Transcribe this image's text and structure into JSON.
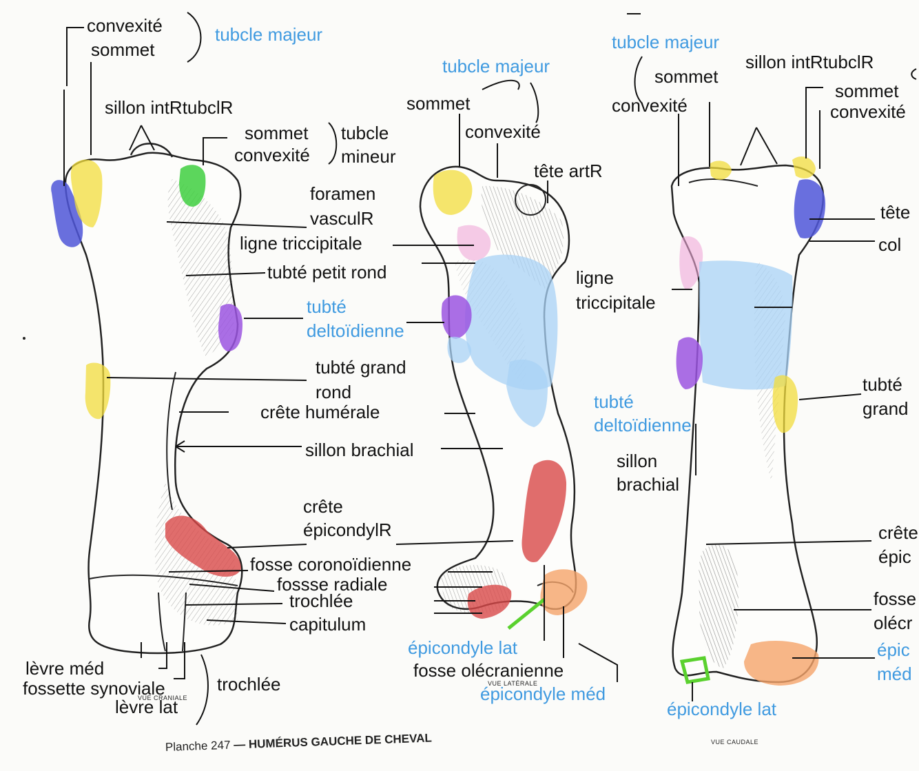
{
  "labels": {
    "l1": "convexité",
    "l2": "sommet",
    "l3": "tubcle majeur",
    "l4": "sillon intRtubclR",
    "l5": "sommet",
    "l6": "convexité",
    "l7": "tubcle",
    "l8": "mineur",
    "l9": "foramen",
    "l10": "vasculR",
    "l11": "ligne triccipitale",
    "l12": "tubté petit rond",
    "l13": "tubté",
    "l14": "deltoïdienne",
    "l15": "tubté grand",
    "l16": "rond",
    "l17": "crête humérale",
    "l18": "sillon brachial",
    "l19": "crête",
    "l20": "épicondylR",
    "l21": "fosse coronoïdienne",
    "l22": "fossse radiale",
    "l23": "trochlée",
    "l24": "capitulum",
    "l25": "lèvre méd",
    "l26": "fossette synoviale",
    "l27": "lèvre lat",
    "l28": "trochlée",
    "m1": "tubcle majeur",
    "m2": "sommet",
    "m3": "convexité",
    "m4": "tête artR",
    "m5": "ligne",
    "m6": "triccipitale",
    "m7": "épicondyle lat",
    "m8": "fosse olécranienne",
    "m9": "épicondyle méd",
    "r1": "tubcle majeur",
    "r2": "sommet",
    "r3": "convexité",
    "r4": "sillon intRtubclR",
    "r5": "sommet",
    "r6": "convexité",
    "r7": "tête",
    "r8": "col",
    "r9": "tubté",
    "r10": "deltoïdienne",
    "r11": "tubté",
    "r12": "grand",
    "r13": "sillon",
    "r14": "brachial",
    "r15": "crête",
    "r16": "épic",
    "r17": "fosse",
    "r18": "olécr",
    "r19": "épic",
    "r20": "méd",
    "r21": "épicondyle lat"
  },
  "captions": {
    "view_cranial": "VUE CRANIALE",
    "view_lateral": "VUE LATÉRALE",
    "view_caudal": "VUE CAUDALE",
    "plate_number": "Planche 247",
    "plate_title": "HUMÉRUS GAUCHE DE CHEVAL"
  },
  "colors": {
    "label_black": "#111111",
    "label_blue": "#3f9ae0",
    "yellow": "#f2dc3c",
    "purple": "#9b55e0",
    "blue": "#4f56d8",
    "green": "#3fcf3f",
    "pink": "#f0a8d8",
    "light_blue": "#a8d2f5",
    "red": "#d84848",
    "orange": "#f5a46a",
    "bright_green": "#5ad12e"
  }
}
